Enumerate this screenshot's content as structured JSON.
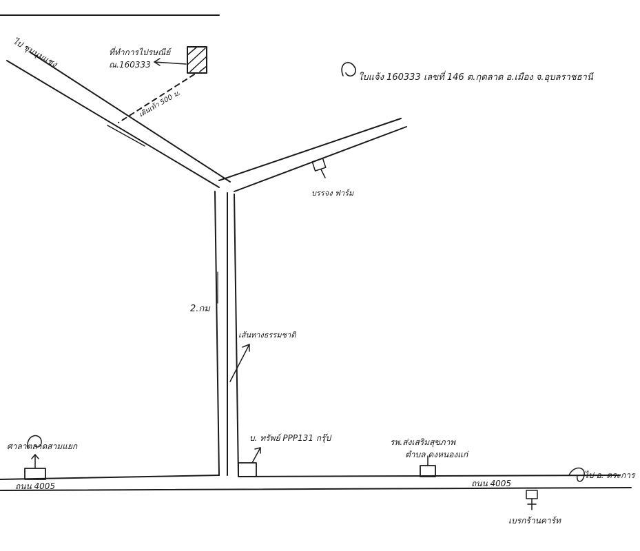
{
  "title": "ใบแจ้ง 160333 เลขที่ 146 ต.กุดลาด อ.เมือง จ.อุบลราชธานี",
  "labels": {
    "to_phone_office": "ไป ชุมนุมแชง",
    "post_office_line1": "ที่ทำการไปรษณีย์",
    "post_office_line2": "ณ.160333",
    "walk_distance": "เดินเท้า 500 ม.",
    "farm": "บรรจง ฟาร์ม",
    "distance_2km": "2.กม",
    "original_route": "เส้นทางธรรมชาติ",
    "pp_group": "บ. ทรัพย์ PPP131 กรุ๊ป",
    "market_shop": "ศาลาตลาดสามแยก",
    "road_4005_left": "ถนน 4005",
    "road_4005_right": "ถนน 4005",
    "hospital_line1": "รพ.ส่งเสริมสุขภาพ",
    "hospital_line2": "ตำบล ดงหนองแก่",
    "to_district": "ไป อ. ตระการ",
    "landmark_bottom": "เบรกร้านคาร์ท"
  },
  "colors": {
    "ink": "#1a1a1a",
    "paper": "#ffffff"
  }
}
